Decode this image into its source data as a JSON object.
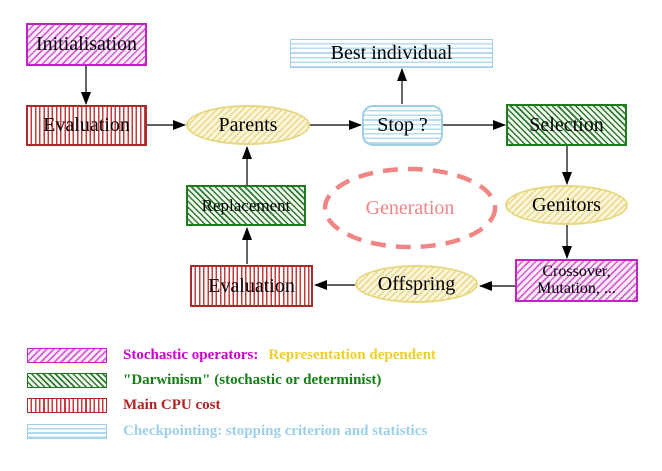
{
  "nodes": {
    "initialisation": {
      "label": "Initialisation"
    },
    "evaluation_top": {
      "label": "Evaluation"
    },
    "parents": {
      "label": "Parents"
    },
    "best_individual": {
      "label": "Best individual"
    },
    "stop": {
      "label": "Stop ?"
    },
    "selection": {
      "label": "Selection"
    },
    "genitors": {
      "label": "Genitors"
    },
    "crossover_mutation": {
      "line1": "Crossover,",
      "line2": "Mutation, ..."
    },
    "offspring": {
      "label": "Offspring"
    },
    "evaluation_bottom": {
      "label": "Evaluation"
    },
    "replacement": {
      "label": "Replacement"
    },
    "generation": {
      "label": "Generation"
    }
  },
  "legend": {
    "rows": [
      {
        "swatch": "magenta-diagonal-hatch",
        "label": "Stochastic operators:",
        "label2": "Representation dependent",
        "label_color": "#cc00cc",
        "label2_color": "#efce2e"
      },
      {
        "swatch": "green-diagonal-hatch",
        "label": "\"Darwinism\" (stochastic or determinist)",
        "label_color": "#128012"
      },
      {
        "swatch": "red-vertical-stripes",
        "label": "Main CPU cost",
        "label_color": "#b22222"
      },
      {
        "swatch": "cyan-horizontal-stripes",
        "label": "Checkpointing: stopping criterion and statistics",
        "label_color": "#9ccfea"
      }
    ]
  },
  "colors": {
    "magenta": "#c222c2",
    "green": "#1f7a1f",
    "red": "#a82a2a",
    "cyan": "#9fcee4",
    "yellow": "#e6d87e",
    "salmon": "#ef8585",
    "arrow": "#000000",
    "background": "#ffffff"
  }
}
